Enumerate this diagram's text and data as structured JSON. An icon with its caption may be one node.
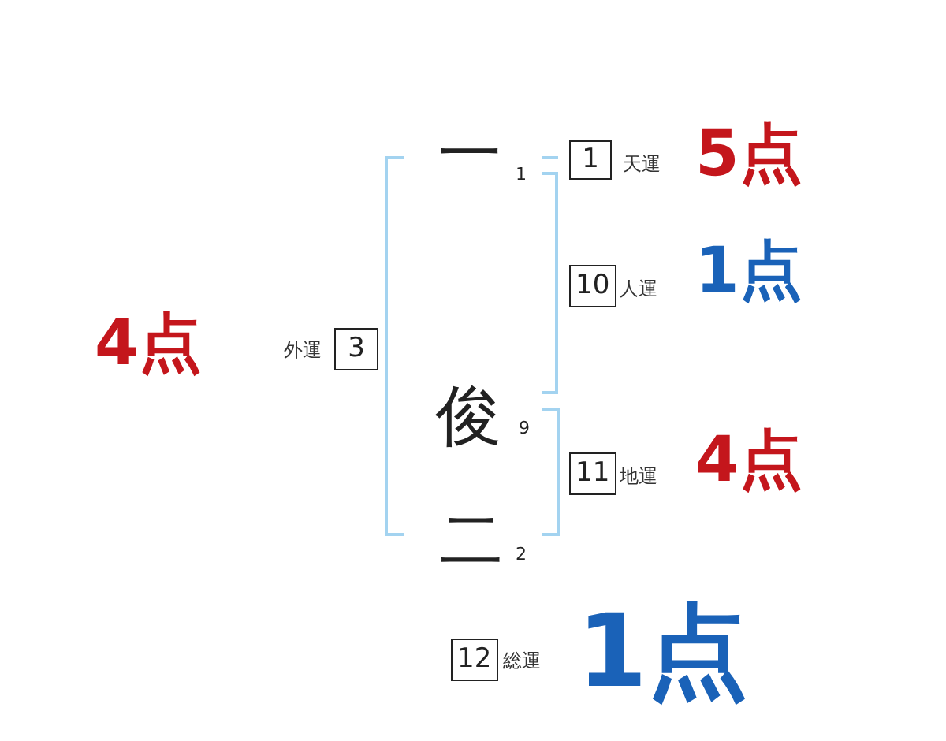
{
  "diagram": {
    "nodes": [
      {
        "text": [
          "1"
        ],
        "beside": [
          "天運",
          "5点"
        ]
      },
      {
        "text": [
          "10"
        ],
        "beside": [
          "人運",
          "1点"
        ]
      },
      {
        "text": [
          "3"
        ],
        "beside": [
          "外運",
          "4点"
        ]
      },
      {
        "text": [
          "11"
        ],
        "beside": [
          "地運",
          "4点"
        ]
      },
      {
        "text": [
          "12"
        ],
        "beside": [
          "総運",
          "1点"
        ]
      }
    ],
    "labels": [
      "一",
      "1",
      "俊",
      "9",
      "二",
      "2"
    ]
  }
}
